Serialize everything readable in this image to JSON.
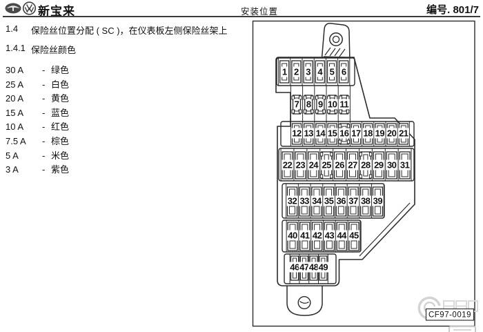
{
  "header": {
    "brand": "新宝来",
    "center_title": "安装位置",
    "doc_number": "编号. 801/7"
  },
  "sections": [
    {
      "number": "1.4",
      "title": "保险丝位置分配 ( SC )，在仪表板左侧保险丝架上"
    },
    {
      "number": "1.4.1",
      "title": "保险丝颜色"
    }
  ],
  "list_separator": "-",
  "fuse_colors": [
    {
      "amp": "30 A",
      "color": "绿色"
    },
    {
      "amp": "25 A",
      "color": "白色"
    },
    {
      "amp": "20 A",
      "color": "黄色"
    },
    {
      "amp": "15 A",
      "color": "蓝色"
    },
    {
      "amp": "10 A",
      "color": "红色"
    },
    {
      "amp": "7.5 A",
      "color": "棕色"
    },
    {
      "amp": "5 A",
      "color": "米色"
    },
    {
      "amp": "3 A",
      "color": "紫色"
    }
  ],
  "diagram": {
    "figure_code": "CF97-0019",
    "rows": [
      {
        "fuses": [
          1,
          2,
          3,
          4,
          5,
          6
        ],
        "plugged": []
      },
      {
        "fuses": [
          7,
          8,
          9,
          10,
          11
        ],
        "plugged": [
          7,
          8,
          9,
          10,
          11
        ]
      },
      {
        "fuses": [
          12,
          13,
          14,
          15,
          16,
          17,
          18,
          19,
          20,
          21
        ],
        "plugged": [
          16
        ]
      },
      {
        "fuses": [
          22,
          23,
          24,
          25,
          26,
          27,
          28,
          29,
          30,
          31
        ],
        "plugged": [
          25,
          28
        ]
      },
      {
        "fuses": [
          32,
          33,
          34,
          35,
          36,
          37,
          38,
          39
        ],
        "plugged": []
      },
      {
        "fuses": [
          40,
          41,
          42,
          43,
          44,
          45
        ],
        "plugged": []
      },
      {
        "fuses": [
          46,
          47,
          48,
          49
        ],
        "plugged": []
      }
    ]
  },
  "colors": {
    "ink": "#111111",
    "line": "#2a2a2a",
    "watermark": "#d3d3d3"
  }
}
